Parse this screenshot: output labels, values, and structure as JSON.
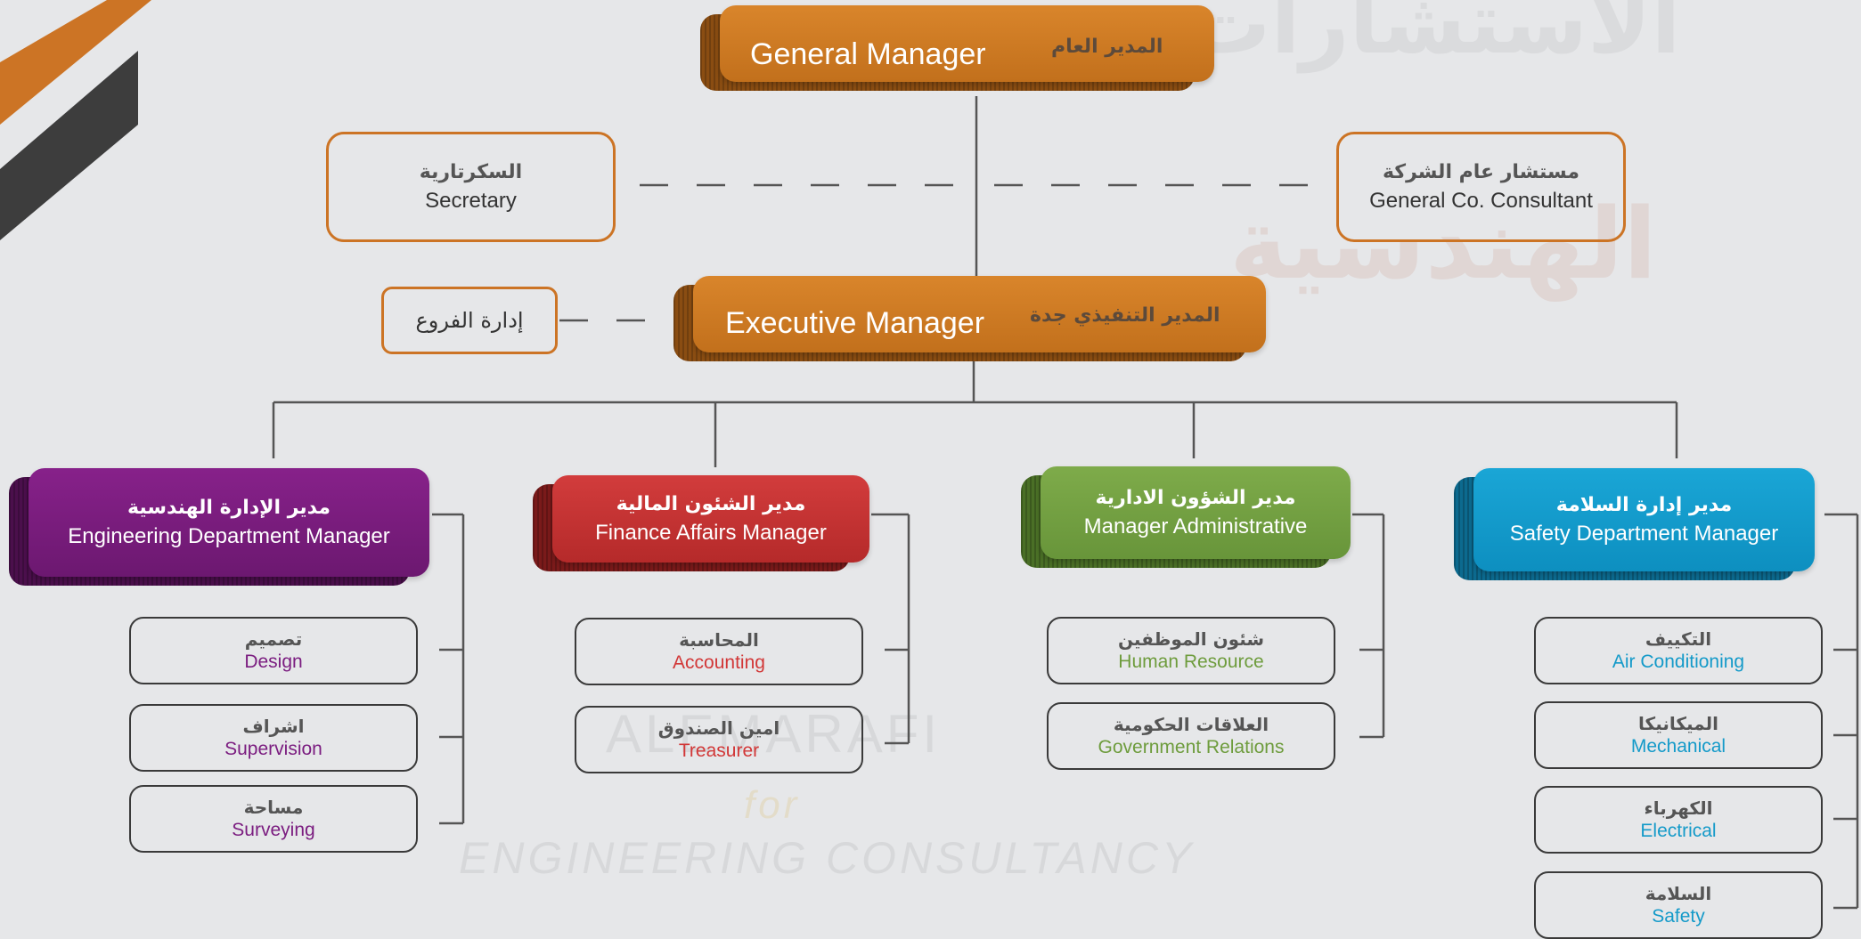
{
  "watermark": {
    "brand_en": "ALEMARAFI",
    "brand_for": "for",
    "tagline": "ENGINEERING CONSULTANCY",
    "arabic_top": "الاستشارات",
    "arabic_mid": "الهندسية"
  },
  "general_manager": {
    "en": "General Manager",
    "ar": "المدير العام"
  },
  "secretary": {
    "ar": "السكرتارية",
    "en": "Secretary"
  },
  "consultant": {
    "ar": "مستشار عام الشركة",
    "en": "General Co. Consultant"
  },
  "branches": {
    "ar": "إدارة الفروع"
  },
  "executive_manager": {
    "en": "Executive Manager",
    "ar": "المدير التنفيذي جدة"
  },
  "departments": [
    {
      "ar": "مدير الإدارة الهندسية",
      "en": "Engineering Department Manager",
      "color": "#7b1d80",
      "units": [
        {
          "ar": "تصميم",
          "en": "Design"
        },
        {
          "ar": "اشراف",
          "en": "Supervision"
        },
        {
          "ar": "مساحة",
          "en": "Surveying"
        }
      ]
    },
    {
      "ar": "مدير الشئون المالية",
      "en": "Finance Affairs Manager",
      "color": "#d23737",
      "units": [
        {
          "ar": "المحاسبة",
          "en": "Accounting"
        },
        {
          "ar": "امين الصندوق",
          "en": "Treasurer"
        }
      ]
    },
    {
      "ar": "مدير الشؤون الادارية",
      "en": "Manager Administrative",
      "color": "#6e9c3d",
      "units": [
        {
          "ar": "شئون الموظفين",
          "en": "Human Resource"
        },
        {
          "ar": "العلاقات الحكومية",
          "en": "Government Relations"
        }
      ]
    },
    {
      "ar": "مدير إدارة السلامة",
      "en": "Safety Department Manager",
      "color": "#149ac9",
      "units": [
        {
          "ar": "التكييف",
          "en": "Air Conditioning"
        },
        {
          "ar": "الميكانيكا",
          "en": "Mechanical"
        },
        {
          "ar": "الكهرباء",
          "en": "Electrical"
        },
        {
          "ar": "السلامة",
          "en": "Safety"
        }
      ]
    }
  ]
}
